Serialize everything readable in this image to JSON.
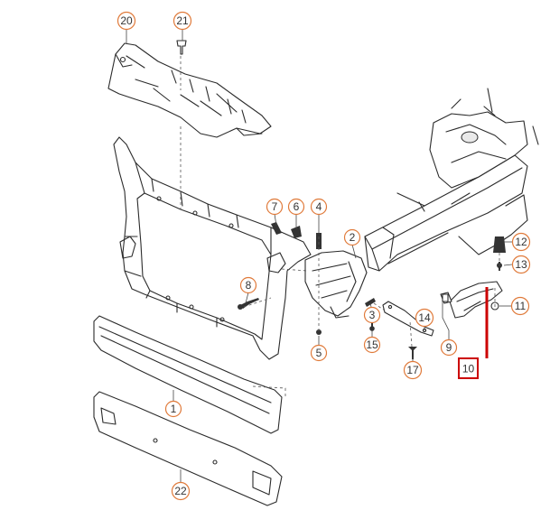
{
  "callouts": [
    {
      "id": "20",
      "label": "20"
    },
    {
      "id": "21",
      "label": "21"
    },
    {
      "id": "7",
      "label": "7"
    },
    {
      "id": "6",
      "label": "6"
    },
    {
      "id": "4",
      "label": "4"
    },
    {
      "id": "2",
      "label": "2"
    },
    {
      "id": "8",
      "label": "8"
    },
    {
      "id": "3",
      "label": "3"
    },
    {
      "id": "15",
      "label": "15"
    },
    {
      "id": "5",
      "label": "5"
    },
    {
      "id": "14",
      "label": "14"
    },
    {
      "id": "9",
      "label": "9"
    },
    {
      "id": "17",
      "label": "17"
    },
    {
      "id": "12",
      "label": "12"
    },
    {
      "id": "13",
      "label": "13"
    },
    {
      "id": "11",
      "label": "11"
    },
    {
      "id": "1",
      "label": "1"
    },
    {
      "id": "22",
      "label": "22"
    }
  ],
  "highlight": {
    "label": "10",
    "color": "#cc0000"
  },
  "colors": {
    "callout_ring": "#e07a3a",
    "line": "#2b2b2b",
    "highlight": "#cc0000"
  }
}
